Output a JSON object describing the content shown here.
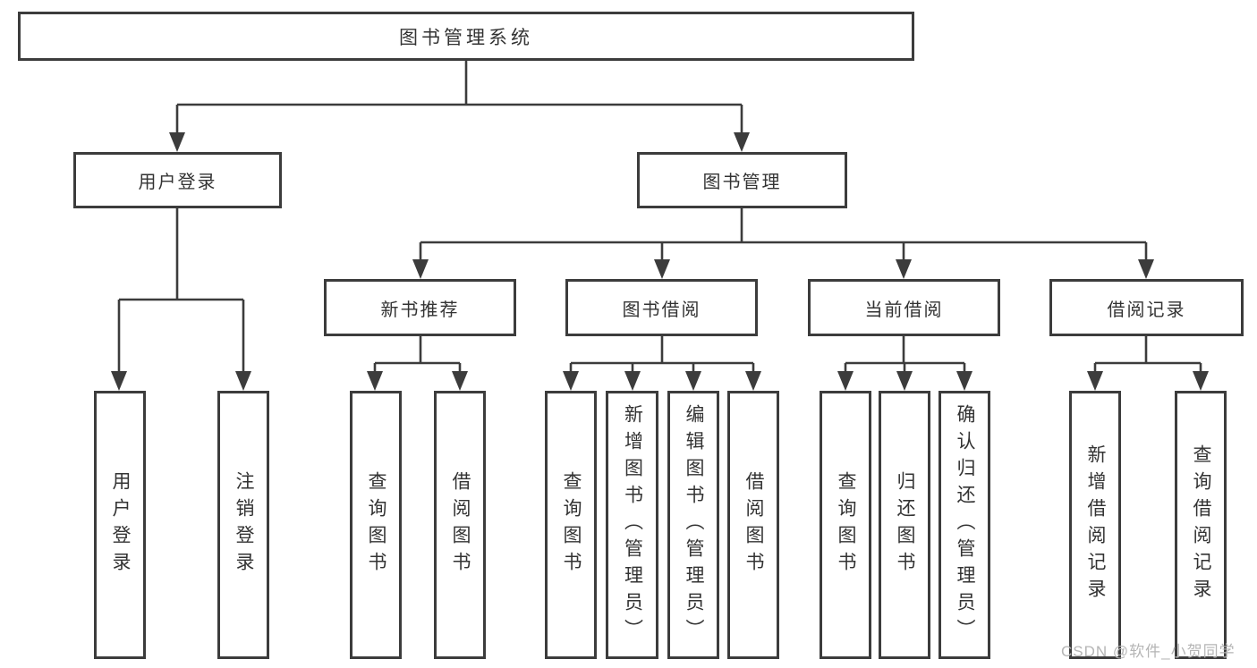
{
  "diagram": {
    "title": "图书管理系统",
    "level2": [
      "用户登录",
      "图书管理"
    ],
    "level3": [
      "新书推荐",
      "图书借阅",
      "当前借阅",
      "借阅记录"
    ],
    "leaves": [
      "用户登录",
      "注销登录",
      "查询图书",
      "借阅图书",
      "查询图书",
      "新增图书（管理员）",
      "编辑图书（管理员）",
      "借阅图书",
      "查询图书",
      "归还图书",
      "确认归还（管理员）",
      "新增借阅记录",
      "查询借阅记录"
    ],
    "watermark": "CSDN @软件_小贺同学",
    "colors": {
      "line": "#3c3c3c",
      "text": "#333333",
      "watermark": "#b5b5b5",
      "background": "#ffffff"
    }
  }
}
